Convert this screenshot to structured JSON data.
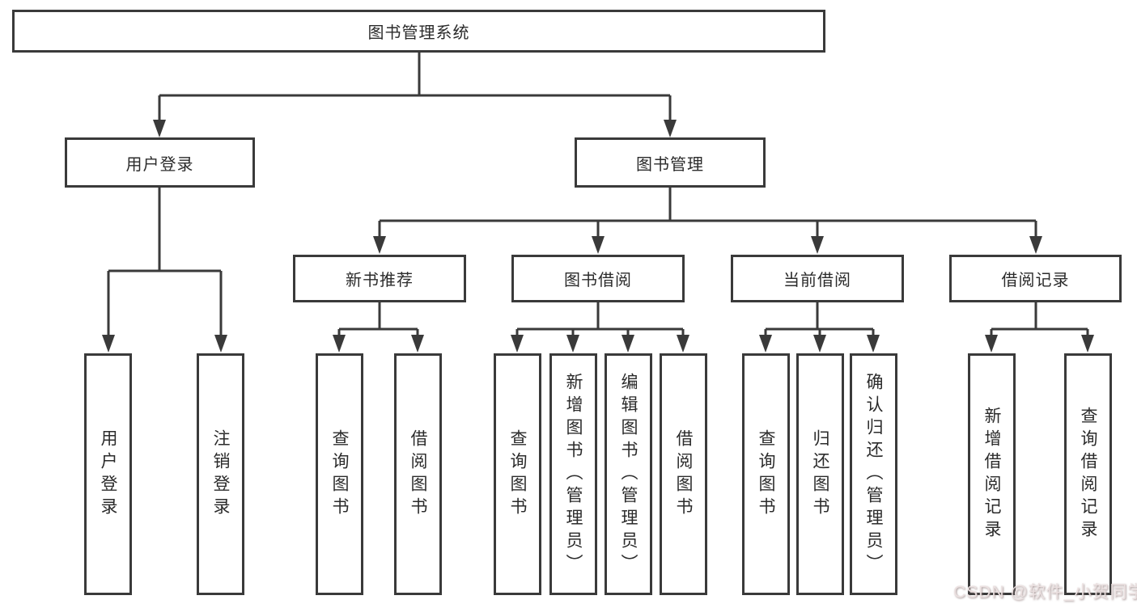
{
  "diagram": {
    "title": "图书管理系统",
    "level2": [
      {
        "label": "用户登录"
      },
      {
        "label": "图书管理"
      }
    ],
    "categories": [
      {
        "label": "新书推荐"
      },
      {
        "label": "图书借阅"
      },
      {
        "label": "当前借阅"
      },
      {
        "label": "借阅记录"
      }
    ],
    "leaves": [
      {
        "label": "用户登录"
      },
      {
        "label": "注销登录"
      },
      {
        "label": "查询图书"
      },
      {
        "label": "借阅图书"
      },
      {
        "label": "查询图书"
      },
      {
        "label": "新增图书（管理员）"
      },
      {
        "label": "编辑图书（管理员）"
      },
      {
        "label": "借阅图书"
      },
      {
        "label": "查询图书"
      },
      {
        "label": "归还图书"
      },
      {
        "label": "确认归还（管理员）"
      },
      {
        "label": "新增借阅记录"
      },
      {
        "label": "查询借阅记录"
      }
    ],
    "watermark": "CSDN @软件_小贺同学",
    "colors": {
      "line": "#3a3a3a",
      "text": "#2b2b2b",
      "background": "#ffffff",
      "watermark": "#ece2e2"
    }
  }
}
